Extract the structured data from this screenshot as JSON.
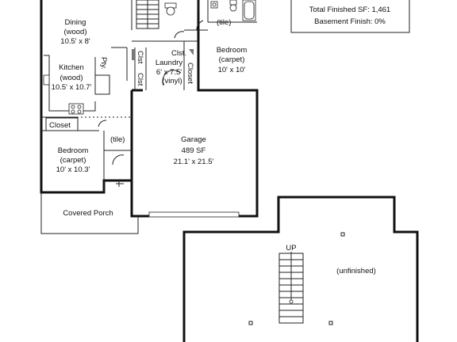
{
  "info_box": {
    "total_finished": "Total Finished SF: 1,461",
    "basement_finish": "Basement Finish: 0%"
  },
  "rooms": {
    "dining": [
      "Dining",
      "(wood)",
      "10.5' x 8'"
    ],
    "kitchen": [
      "Kitchen",
      "(wood)",
      "10.5' x 10.7'"
    ],
    "pantry": "Pty.",
    "closet_left": "Closet",
    "tile_bath": "(tile)",
    "tile_hall": "(tile)",
    "bedroom_right": [
      "Bedroom",
      "(carpet)",
      "10' x 10'"
    ],
    "laundry": [
      "Laundry",
      "6' x 7.5'",
      "(vinyl)"
    ],
    "clst_laundry": "Clst.",
    "clst_a": "Clst",
    "clst_b": "Clst",
    "closet_vertical": "Closet",
    "bedroom_left": [
      "Bedroom",
      "(carpet)",
      "10' x 10.3'"
    ],
    "garage": [
      "Garage",
      "489 SF",
      "21.1' x 21.5'"
    ],
    "covered_porch": "Covered Porch"
  },
  "basement": {
    "up_label": "UP",
    "status": "(unfinished)"
  }
}
